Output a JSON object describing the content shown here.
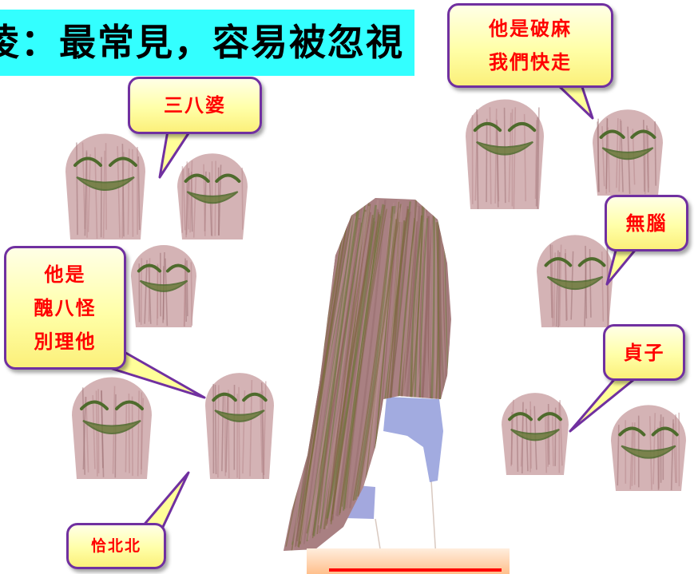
{
  "slide": {
    "title": "凌：最常見，容易被忽視"
  },
  "speech_bubbles": {
    "po_ma": {
      "lines": [
        "他是破麻",
        "我們快走"
      ]
    },
    "san_ba_po": {
      "lines": [
        "三八婆"
      ]
    },
    "wu_nao": {
      "lines": [
        "無腦"
      ]
    },
    "chou_ba_guai": {
      "lines": [
        "他是",
        "醜八怪",
        "別理他"
      ]
    },
    "zhen_zi": {
      "lines": [
        "貞子"
      ]
    },
    "qia_bei_bei": {
      "lines": [
        "恰北北"
      ]
    }
  },
  "colors": {
    "title_background": "#33ffff",
    "bubble_fill": "#ffff99",
    "bubble_border": "#7030a0",
    "bubble_text": "#ff0000",
    "caption_line": "#ff0000"
  },
  "illustration_icons": [
    "smiling-face-icon",
    "long-haired-girl-icon"
  ]
}
